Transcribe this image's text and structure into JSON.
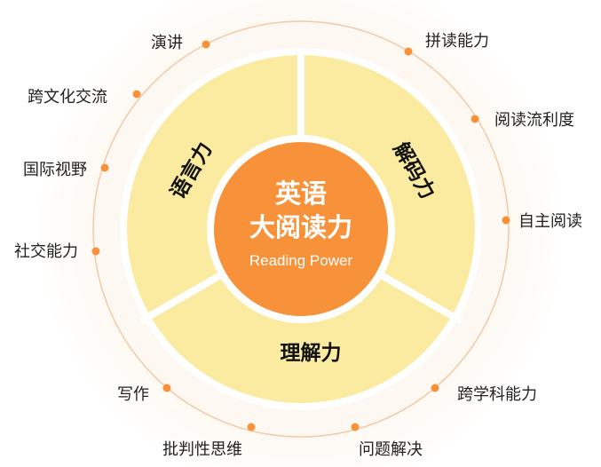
{
  "center": {
    "line1": "英语",
    "line2": "大阅读力",
    "subtitle": "Reading Power"
  },
  "segments": [
    {
      "label": "语言力"
    },
    {
      "label": "解码力"
    },
    {
      "label": "理解力"
    }
  ],
  "outer_items": [
    {
      "label": "演讲"
    },
    {
      "label": "跨文化交流"
    },
    {
      "label": "国际视野"
    },
    {
      "label": "社交能力"
    },
    {
      "label": "写作"
    },
    {
      "label": "批判性思维"
    },
    {
      "label": "问题解决"
    },
    {
      "label": "跨学科能力"
    },
    {
      "label": "自主阅读"
    },
    {
      "label": "阅读流利度"
    },
    {
      "label": "拼读能力"
    }
  ],
  "colors": {
    "center": "#f7923a",
    "ring": "#fbeba0",
    "dot": "#f7923a",
    "outer_line": "#f3c9a6",
    "halo": "#fbf6ef"
  }
}
